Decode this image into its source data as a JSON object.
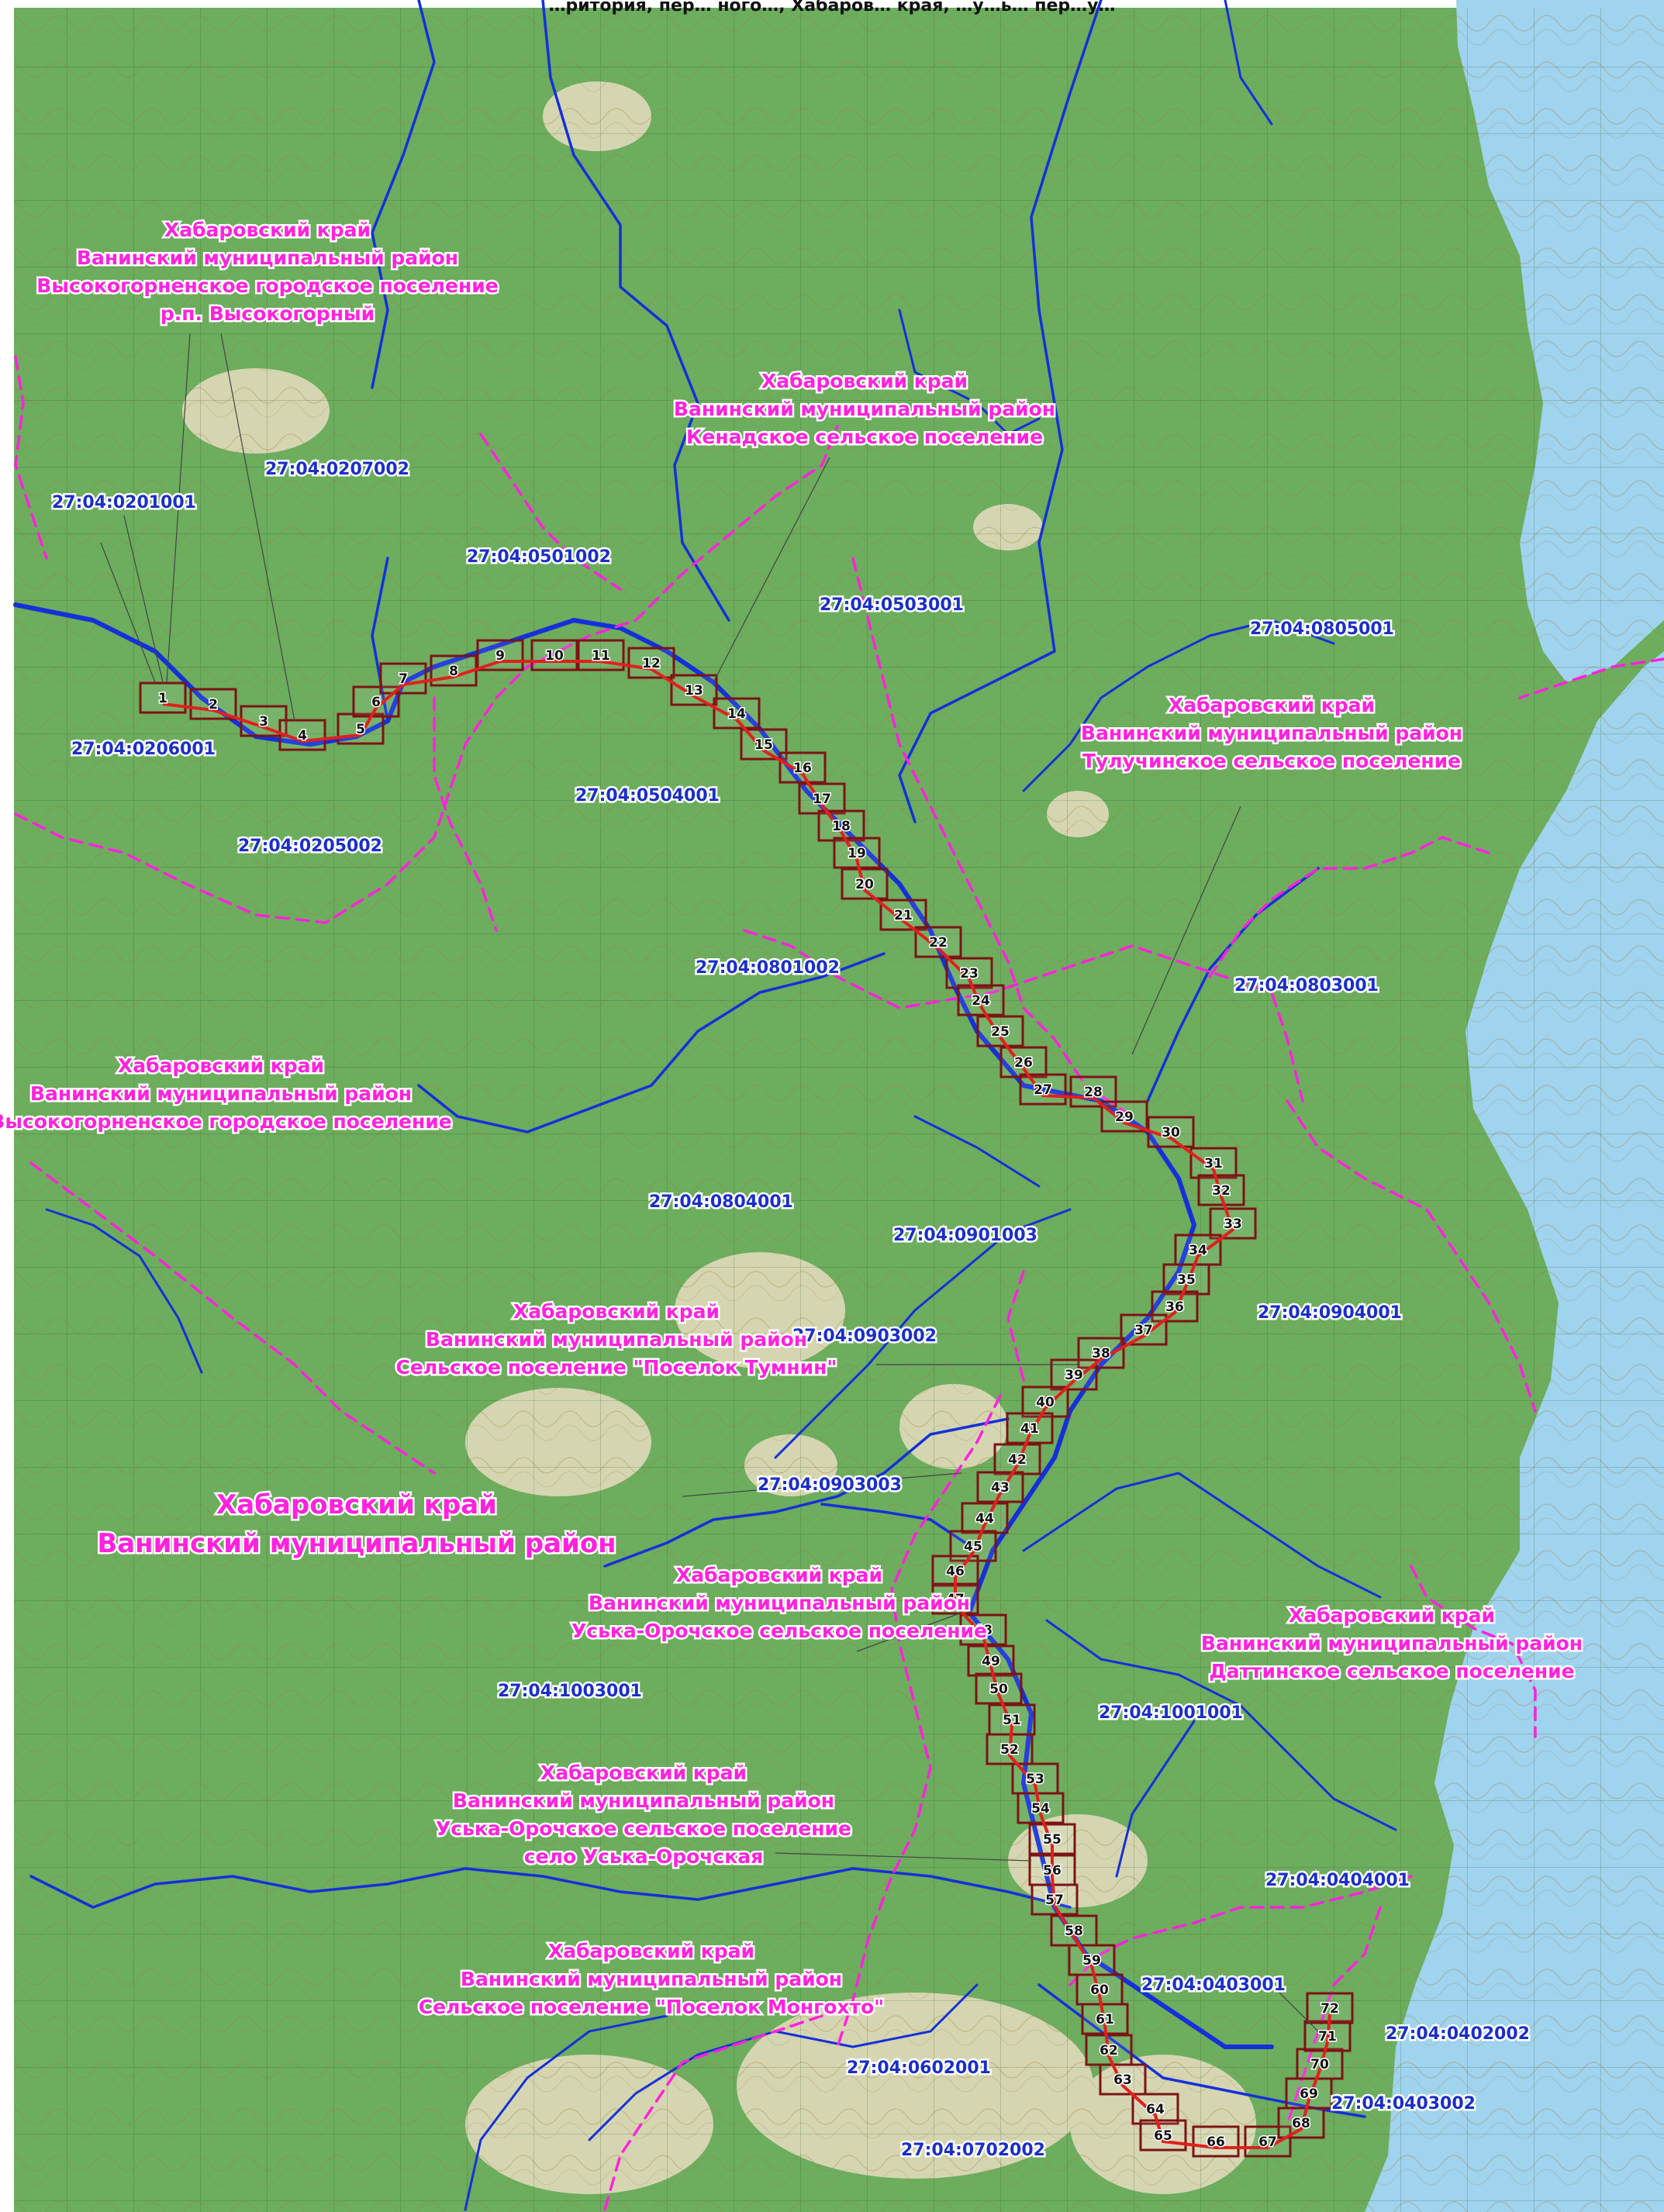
{
  "header": {
    "title_fragment": "…ритория, пер… ного…, Хабаров… края, …у…ь… пер…у…"
  },
  "region_labels": [
    [
      "Хабаровский край",
      "Ванинский муниципальный район",
      "Высокогорненское городское поселение",
      "р.п. Высокогорный"
    ],
    [
      "Хабаровский край",
      "Ванинский муниципальный район",
      "Кенадское сельское поселение"
    ],
    [
      "Хабаровский край",
      "Ванинский муниципальный район",
      "Тулучинское сельское поселение"
    ],
    [
      "Хабаровский край",
      "Ванинский муниципальный район",
      "Высокогорненское городское поселение"
    ],
    [
      "Хабаровский край",
      "Ванинский муниципальный район",
      "Сельское поселение \"Поселок Тумнин\""
    ],
    [
      "Хабаровский край",
      "Ванинский муниципальный район"
    ],
    [
      "Хабаровский край",
      "Ванинский муниципальный район",
      "Уська-Орочское сельское поселение"
    ],
    [
      "Хабаровский край",
      "Ванинский муниципальный район",
      "Даттинское сельское поселение"
    ],
    [
      "Хабаровский край",
      "Ванинский муниципальный район",
      "Уська-Орочское сельское поселение",
      "село Уська-Орочская"
    ],
    [
      "Хабаровский край",
      "Ванинский муниципальный район",
      "Сельское поселение \"Поселок Монгохто\""
    ]
  ],
  "cadastral_labels": [
    "27:04:0201001",
    "27:04:0207002",
    "27:04:0501002",
    "27:04:0503001",
    "27:04:0805001",
    "27:04:0206001",
    "27:04:0205002",
    "27:04:0504001",
    "27:04:0801002",
    "27:04:0803001",
    "27:04:0804001",
    "27:04:0901003",
    "27:04:0903002",
    "27:04:0904001",
    "27:04:0903003",
    "27:04:1003001",
    "27:04:1001001",
    "27:04:0404001",
    "27:04:0403001",
    "27:04:0402002",
    "27:04:0602001",
    "27:04:0403002",
    "27:04:0702002"
  ],
  "sheets": [
    "1",
    "2",
    "3",
    "4",
    "5",
    "6",
    "7",
    "8",
    "9",
    "10",
    "11",
    "12",
    "13",
    "14",
    "15",
    "16",
    "17",
    "18",
    "19",
    "20",
    "21",
    "22",
    "23",
    "24",
    "25",
    "26",
    "27",
    "28",
    "29",
    "30",
    "31",
    "32",
    "33",
    "34",
    "35",
    "36",
    "37",
    "38",
    "39",
    "40",
    "41",
    "42",
    "43",
    "44",
    "45",
    "46",
    "47",
    "48",
    "49",
    "50",
    "51",
    "52",
    "53",
    "54",
    "55",
    "56",
    "57",
    "58",
    "59",
    "60",
    "61",
    "62",
    "63",
    "64",
    "65",
    "66",
    "67",
    "68",
    "69",
    "70",
    "71",
    "72"
  ],
  "colors": {
    "forest": "#6cad5e",
    "sea": "#9fd3ee",
    "river": "#1530d8",
    "route": "#e0201e",
    "sheet": "#7b1414",
    "boundary": "#ff22dd"
  }
}
